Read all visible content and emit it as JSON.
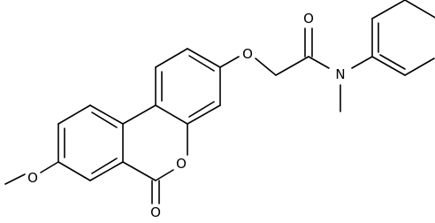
{
  "molecule": {
    "atoms": {
      "o_methoxy": "O",
      "o_ring": "O",
      "o_carbonyl_lactone": "O",
      "o_ether": "O",
      "o_amide": "O",
      "n_amide": "N"
    }
  },
  "colors": {
    "bond": "#000000",
    "label": "#000000",
    "background": "#ffffff"
  }
}
